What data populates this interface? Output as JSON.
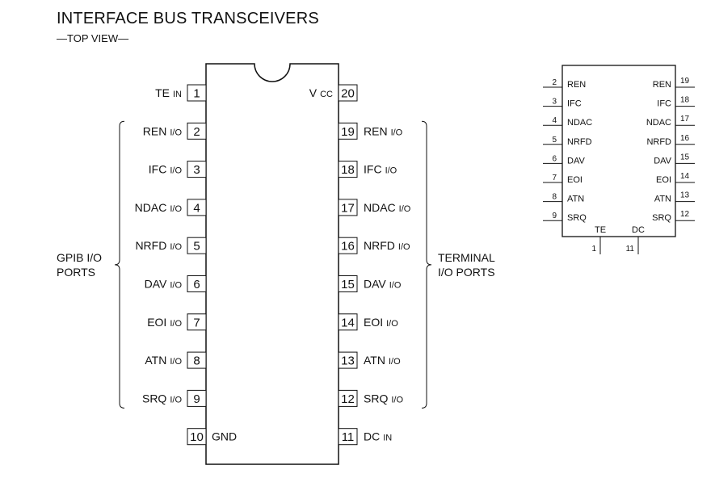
{
  "title": "INTERFACE BUS TRANSCEIVERS",
  "subtitle": "—TOP VIEW—",
  "left_pins": [
    {
      "num": "1",
      "name": "TE",
      "suffix": "IN"
    },
    {
      "num": "2",
      "name": "REN",
      "suffix": "I/O"
    },
    {
      "num": "3",
      "name": "IFC",
      "suffix": "I/O"
    },
    {
      "num": "4",
      "name": "NDAC",
      "suffix": "I/O"
    },
    {
      "num": "5",
      "name": "NRFD",
      "suffix": "I/O"
    },
    {
      "num": "6",
      "name": "DAV",
      "suffix": "I/O"
    },
    {
      "num": "7",
      "name": "EOI",
      "suffix": "I/O"
    },
    {
      "num": "8",
      "name": "ATN",
      "suffix": "I/O"
    },
    {
      "num": "9",
      "name": "SRQ",
      "suffix": "I/O"
    },
    {
      "num": "10",
      "name": "GND",
      "suffix": ""
    }
  ],
  "right_pins": [
    {
      "num": "20",
      "name": "V",
      "suffix": "CC"
    },
    {
      "num": "19",
      "name": "REN",
      "suffix": "I/O"
    },
    {
      "num": "18",
      "name": "IFC",
      "suffix": "I/O"
    },
    {
      "num": "17",
      "name": "NDAC",
      "suffix": "I/O"
    },
    {
      "num": "16",
      "name": "NRFD",
      "suffix": "I/O"
    },
    {
      "num": "15",
      "name": "DAV",
      "suffix": "I/O"
    },
    {
      "num": "14",
      "name": "EOI",
      "suffix": "I/O"
    },
    {
      "num": "13",
      "name": "ATN",
      "suffix": "I/O"
    },
    {
      "num": "12",
      "name": "SRQ",
      "suffix": "I/O"
    },
    {
      "num": "11",
      "name": "DC",
      "suffix": "IN"
    }
  ],
  "left_group_label": [
    "GPIB I/O",
    "PORTS"
  ],
  "right_group_label": [
    "TERMINAL",
    "I/O PORTS"
  ],
  "mini": {
    "left": [
      {
        "num": "2",
        "name": "REN"
      },
      {
        "num": "3",
        "name": "IFC"
      },
      {
        "num": "4",
        "name": "NDAC"
      },
      {
        "num": "5",
        "name": "NRFD"
      },
      {
        "num": "6",
        "name": "DAV"
      },
      {
        "num": "7",
        "name": "EOI"
      },
      {
        "num": "8",
        "name": "ATN"
      },
      {
        "num": "9",
        "name": "SRQ"
      }
    ],
    "right": [
      {
        "num": "19",
        "name": "REN"
      },
      {
        "num": "18",
        "name": "IFC"
      },
      {
        "num": "17",
        "name": "NDAC"
      },
      {
        "num": "16",
        "name": "NRFD"
      },
      {
        "num": "15",
        "name": "DAV"
      },
      {
        "num": "14",
        "name": "EOI"
      },
      {
        "num": "13",
        "name": "ATN"
      },
      {
        "num": "12",
        "name": "SRQ"
      }
    ],
    "bottom": [
      {
        "num": "1",
        "name": "TE"
      },
      {
        "num": "11",
        "name": "DC"
      }
    ]
  }
}
